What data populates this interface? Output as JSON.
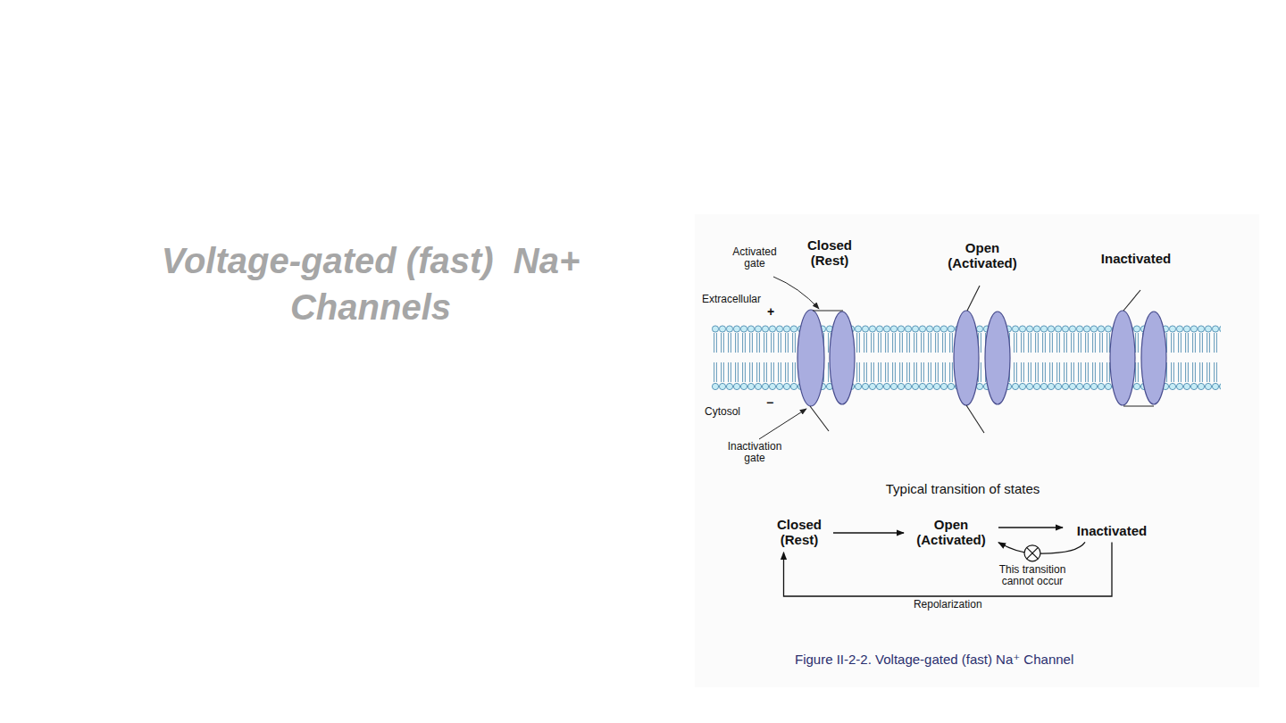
{
  "diagram": {
    "title": "Voltage-gated (fast)  Na+ Channels",
    "caption": "Figure II-2-2. Voltage-gated (fast) Na⁺ Channel",
    "nodes": [
      {
        "text": [
          "Closed (Rest)"
        ]
      },
      {
        "text": [
          "Open (Activated)"
        ]
      },
      {
        "text": [
          "Inactivated"
        ]
      }
    ],
    "edges": [
      {
        "from": 0,
        "to": 1,
        "arrow": "to"
      },
      {
        "from": 1,
        "to": 2,
        "arrow": "to"
      },
      {
        "from": 2,
        "to": 1,
        "label": "This transition cannot occur",
        "arrow": "to"
      },
      {
        "from": 2,
        "to": 0,
        "label": "Repolarization",
        "arrow": "to"
      }
    ],
    "labels": [
      "Activated gate",
      "Closed (Rest)",
      "Open (Activated)",
      "Inactivated",
      "Extracellular",
      "+",
      "Cytosol",
      "−",
      "Inactivation gate",
      "Typical transition of states"
    ]
  }
}
